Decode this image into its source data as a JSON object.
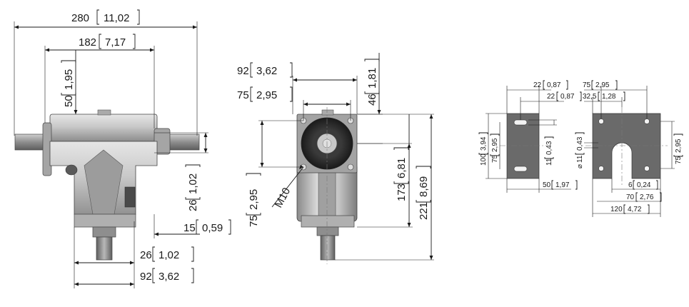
{
  "side_view": {
    "overall_length": {
      "mm": "280",
      "in": "11,02"
    },
    "inner_length": {
      "mm": "182",
      "in": "7,17"
    },
    "top_height": {
      "mm": "50",
      "in": "1,95"
    },
    "shaft_offset": {
      "mm": "26",
      "in": "1,02"
    },
    "flange_step": {
      "mm": "15",
      "in": "0,59"
    },
    "bottom_shaft": {
      "mm": "26",
      "in": "1,02"
    },
    "base_width": {
      "mm": "92",
      "in": "3,62"
    }
  },
  "front_view": {
    "plate_width": {
      "mm": "92",
      "in": "3,62"
    },
    "hole_spacing": {
      "mm": "75",
      "in": "2,95"
    },
    "top_offset": {
      "mm": "46",
      "in": "1,81"
    },
    "hole_vertical": {
      "mm": "75",
      "in": "2,95"
    },
    "thread_label": "M10",
    "center_height": {
      "mm": "173",
      "in": "6,81"
    },
    "overall_height": {
      "mm": "221",
      "in": "8,69"
    }
  },
  "bracket_left": {
    "edge_offset": {
      "mm": "22",
      "in": "0,87"
    },
    "slot_offset": {
      "mm": "22",
      "in": "0,87"
    },
    "height": {
      "mm": "100",
      "in": "3,94"
    },
    "slot_spacing": {
      "mm": "75",
      "in": "2,95"
    },
    "slot_width": {
      "mm": "11",
      "in": "0,43"
    },
    "width": {
      "mm": "50",
      "in": "1,97"
    }
  },
  "bracket_right": {
    "hole_spacing_h": {
      "mm": "75",
      "in": "2,95"
    },
    "hole_edge": {
      "mm": "32,5",
      "in": "1,28"
    },
    "hole_dia": {
      "mm": "11",
      "in": "0,43",
      "symbol": "⌀"
    },
    "hole_spacing_v": {
      "mm": "75",
      "in": "2,95"
    },
    "thickness": {
      "mm": "6",
      "in": "0,24"
    },
    "slot_depth": {
      "mm": "70",
      "in": "2,76"
    },
    "width": {
      "mm": "120",
      "in": "4,72"
    }
  },
  "colors": {
    "body_light": "#d4d4d4",
    "body_mid": "#a9a9a9",
    "body_dark": "#6e6e6e",
    "shaft": "#9c9c9c",
    "plate": "#6a6a6a",
    "hub": "#262626"
  }
}
